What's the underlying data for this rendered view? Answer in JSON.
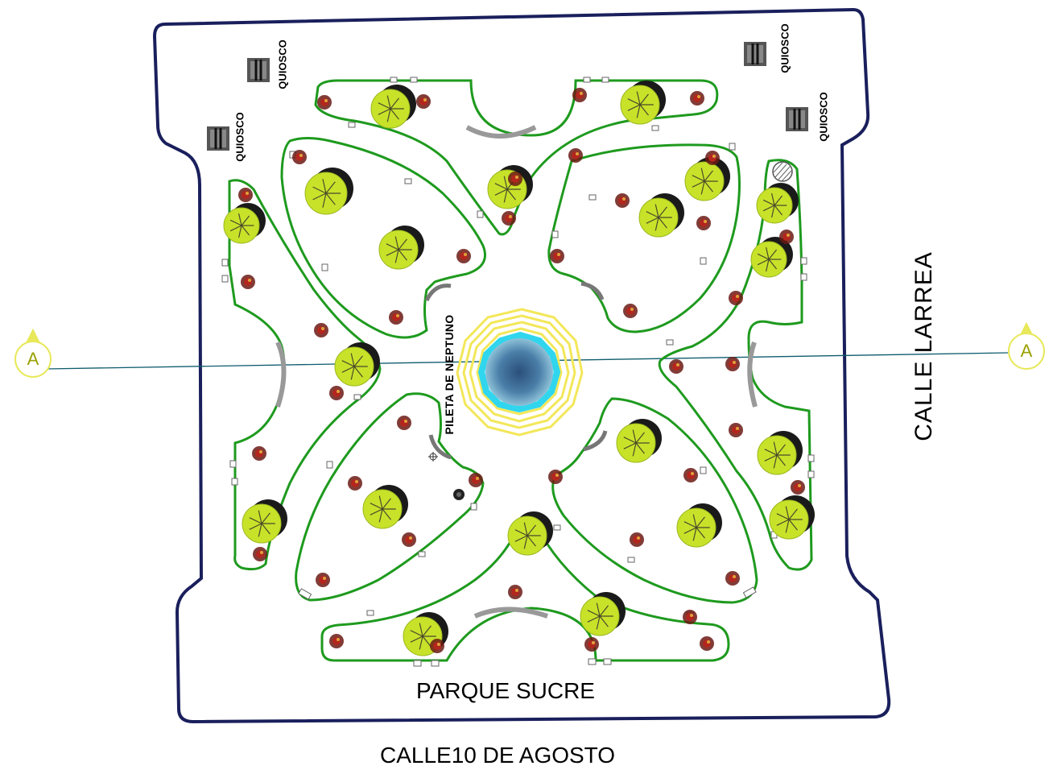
{
  "park": {
    "name": "PARQUE SUCRE"
  },
  "streets": {
    "south": "CALLE10 DE AGOSTO",
    "east": "CALLE LARREA"
  },
  "fountain": {
    "label": "PILETA DE NEPTUNO"
  },
  "kiosks": [
    {
      "label": "QUIOSCO"
    },
    {
      "label": "QUIOSCO"
    },
    {
      "label": "QUIOSCO"
    },
    {
      "label": "QUIOSCO"
    }
  ],
  "section_marker": {
    "left": "A",
    "right": "A"
  },
  "colors": {
    "boundary": "#1a1f5c",
    "planter_border": "#1e9a1e",
    "tree_canopy": "#c8e22a",
    "tree_shadow": "#1a1a1a",
    "shrub": "#b3261e",
    "fountain_ring": "#f3e75a",
    "fountain_water": "#2fd6ee",
    "fountain_center": "#3d6890",
    "section_line": "#0f5c6e",
    "section_marker": "#e8e85a",
    "kiosk": "#555555"
  }
}
